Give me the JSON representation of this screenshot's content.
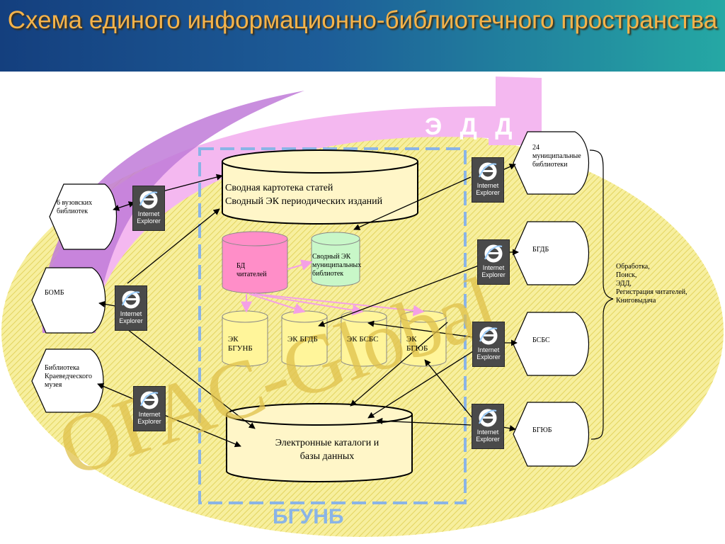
{
  "title": "Схема единого информационно-библиотечного пространства",
  "edd_label": "Э Д Д",
  "center_label": "БГУНБ",
  "watermark": "OPAC-Global",
  "internet_explorer_label": "Internet Explorer",
  "databases": {
    "svodnaya": [
      "Сводная картотека статей",
      "Сводный ЭК периодических изданий"
    ],
    "bd_chitateley": [
      "БД",
      "читателей"
    ],
    "svodny_municipal": [
      "Сводный ЭК",
      "муниципальных",
      "библиотек"
    ],
    "ek_bgunb": [
      "ЭК",
      "БГУНБ"
    ],
    "ek_bgdb": "ЭК БГДБ",
    "ek_bsbs": "ЭК БСБС",
    "ek_bgub": [
      "ЭК",
      "БГЮБ"
    ],
    "electronic": [
      "Электронные каталоги и",
      "базы данных"
    ]
  },
  "left_nodes": {
    "vuz": [
      "6 вузовских",
      "библиотек"
    ],
    "bomb": "БОМБ",
    "museum": [
      "Библиотека",
      "Краеведческого",
      "музея"
    ]
  },
  "right_nodes": {
    "municipal": [
      "24",
      "муниципальные",
      "библиотеки"
    ],
    "bgdb": "БГДБ",
    "bsbs": "БСБС",
    "bgub": "БГЮБ"
  },
  "functions": [
    "Обработка,",
    "Поиск,",
    "ЭДД,",
    "Регистрация читателей,",
    "Книговыдача"
  ],
  "colors": {
    "header_start": "#143f7e",
    "header_end": "#25a8a4",
    "title": "#f5b34a",
    "ellipse_fill": "#f6ee9c",
    "arrow_pink": "#f4b8f0",
    "arrow_purple": "#c07ad8",
    "dashed_frame": "#8ab4e6",
    "db_pink": "#ff8ec8",
    "db_green": "#c8f7c8",
    "db_yellow": "#fff59a",
    "ie_tile": "#4a4a4a"
  }
}
